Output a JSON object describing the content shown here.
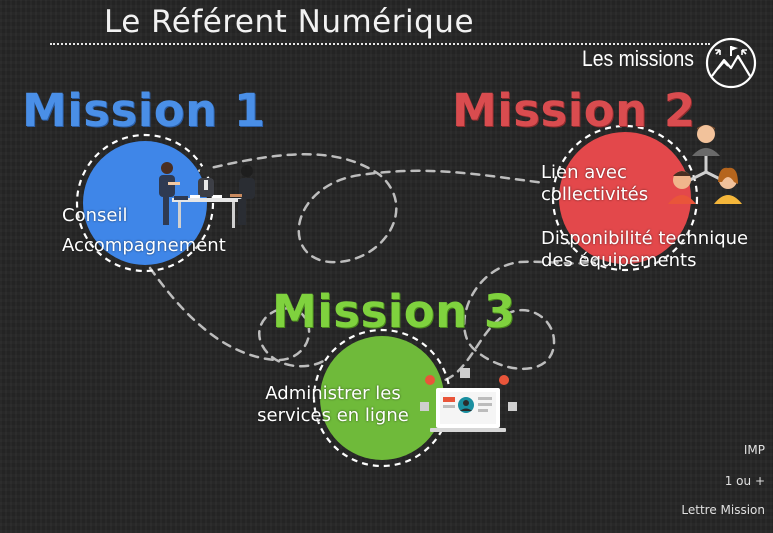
{
  "header": {
    "title": "Le Référent Numérique",
    "section_label": "Les missions",
    "badge_icon": "mountain-icon"
  },
  "missions": [
    {
      "title": "Mission 1",
      "color": "#3f86e8",
      "lines": [
        "Conseil",
        "Accompagnement"
      ],
      "icon": "meeting-people-icon"
    },
    {
      "title": "Mission 2",
      "color": "#e3484b",
      "lines": [
        "Lien avec collectivités",
        "Disponibilité technique des équipements"
      ],
      "icon": "network-people-icon"
    },
    {
      "title": "Mission 3",
      "color": "#6fba3a",
      "lines": [
        "Administrer les services en ligne"
      ],
      "icon": "laptop-profile-icon"
    }
  ],
  "side_notes": [
    "IMP",
    "1 ou +",
    "Lettre Mission"
  ]
}
